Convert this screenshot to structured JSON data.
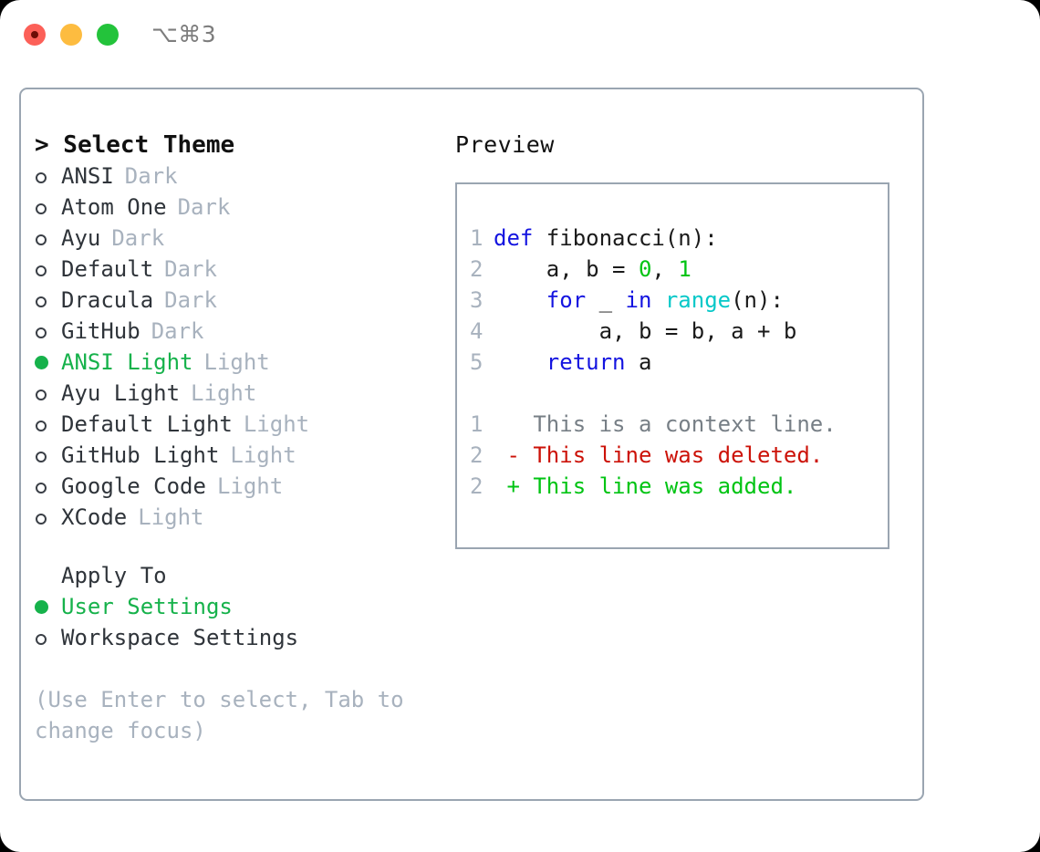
{
  "window": {
    "title": "⌥⌘3",
    "traffic_lights": [
      "close",
      "minimize",
      "maximize"
    ],
    "colors": {
      "close": "#fc6058",
      "minimize": "#fdbc40",
      "maximize": "#23c33b",
      "panel_border": "#9aa5b1",
      "accent_green": "#16b24b",
      "muted": "#a8b2be"
    }
  },
  "theme_panel": {
    "header": "> Select Theme",
    "items": [
      {
        "name": "ANSI",
        "kind": "Dark",
        "selected": false
      },
      {
        "name": "Atom One",
        "kind": "Dark",
        "selected": false
      },
      {
        "name": "Ayu",
        "kind": "Dark",
        "selected": false
      },
      {
        "name": "Default",
        "kind": "Dark",
        "selected": false
      },
      {
        "name": "Dracula",
        "kind": "Dark",
        "selected": false
      },
      {
        "name": "GitHub",
        "kind": "Dark",
        "selected": false
      },
      {
        "name": "ANSI Light",
        "kind": "Light",
        "selected": true
      },
      {
        "name": "Ayu Light",
        "kind": "Light",
        "selected": false
      },
      {
        "name": "Default Light",
        "kind": "Light",
        "selected": false
      },
      {
        "name": "GitHub Light",
        "kind": "Light",
        "selected": false
      },
      {
        "name": "Google Code",
        "kind": "Light",
        "selected": false
      },
      {
        "name": "XCode",
        "kind": "Light",
        "selected": false
      }
    ]
  },
  "apply_to": {
    "header": "Apply To",
    "options": [
      {
        "label": "User Settings",
        "selected": true
      },
      {
        "label": "Workspace Settings",
        "selected": false
      }
    ]
  },
  "hint": "(Use Enter to select, Tab to change focus)",
  "preview": {
    "header": "Preview",
    "code": [
      {
        "line_no": "1",
        "tokens": [
          {
            "text": "def ",
            "style": "kw"
          },
          {
            "text": "fibonacci",
            "style": "fn"
          },
          {
            "text": "(n):",
            "style": "txt"
          }
        ]
      },
      {
        "line_no": "2",
        "tokens": [
          {
            "text": "    a, b = ",
            "style": "txt"
          },
          {
            "text": "0",
            "style": "num"
          },
          {
            "text": ", ",
            "style": "txt"
          },
          {
            "text": "1",
            "style": "num"
          }
        ]
      },
      {
        "line_no": "3",
        "tokens": [
          {
            "text": "    for ",
            "style": "kw"
          },
          {
            "text": "_ ",
            "style": "txt"
          },
          {
            "text": "in ",
            "style": "kw"
          },
          {
            "text": "range",
            "style": "bi"
          },
          {
            "text": "(n):",
            "style": "txt"
          }
        ]
      },
      {
        "line_no": "4",
        "tokens": [
          {
            "text": "        a, b = b, a + b",
            "style": "txt"
          }
        ]
      },
      {
        "line_no": "5",
        "tokens": [
          {
            "text": "    return ",
            "style": "kw"
          },
          {
            "text": "a",
            "style": "txt"
          }
        ]
      }
    ],
    "diff": [
      {
        "line_no": "1",
        "marker": "  ",
        "text": "This is a context line.",
        "style": "ctx"
      },
      {
        "line_no": "2",
        "marker": "- ",
        "text": "This line was deleted.",
        "style": "del"
      },
      {
        "line_no": "2",
        "marker": "+ ",
        "text": "This line was added.",
        "style": "add"
      }
    ]
  }
}
